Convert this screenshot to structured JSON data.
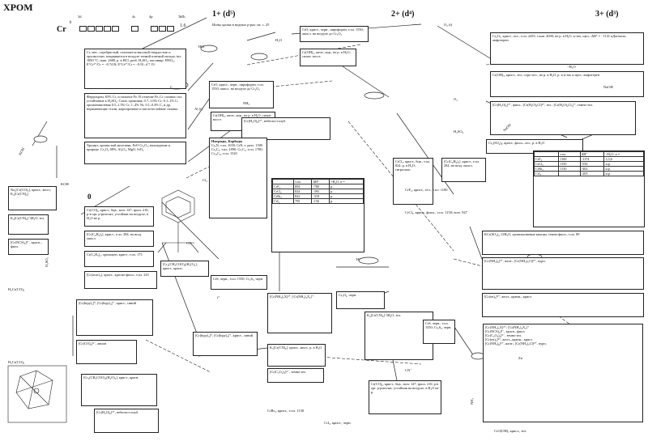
{
  "header": {
    "title": "ХРОМ",
    "element_symbol": "Cr",
    "superscript": "0",
    "config_labels": [
      "3d",
      "4s",
      "4p"
    ],
    "states_label": "Э.О.",
    "electronegativity": "1.6",
    "oxidation_headers": [
      "1+ (d⁵)",
      "2+ (d⁴)",
      "3+ (d³)"
    ],
    "note": "Ионы хрома в водных р-рах см. с. 25"
  },
  "blocks": {
    "metal": "Cr, мет., серебристый, отличается высокой твердостью и хрупкостью, покрывается в воздухе тонкой пленкой оксида; tпл. 1890 °C, tкип. 2680, р. в HCl, разб. H₂SO₄, пассивир. HNO₃; E°Cr³⁺/Cr = −0.74 В; E°Cr²⁺/Cr = −0.91; d 7.19",
    "ferrochrome": "Феррохром, 65% Cr, остальное Fe. В отличие Fe–Cr сплавах спл. устойчивые к H₂SO₄. Сталь хромовая, 0.7–1.6% Cr; 0.1–1% C; хромоникелевая 0.5–1.5% Cr; 1–4% Ni; 0.1–0.4% C, и др. нержавеющие стали, жаропрочные и кислотостойкие сплавы.",
    "chromite": "Хромит, хромистый железняк, FeO·Cr₂O₃, нахождение в природе. Cr₂O₃ 68%, Al₂O₃, MgO, SiO₂",
    "carbonyl": "Cr(CO)₆, крист., бцв., возг. 147; tразл. 210; р-в орг. р-рителях, устойчив на воздухе, в H₂O не р.",
    "cr_c6h6": "[Cr(C₆H₆)₂], крист., т.пл. 284; на возд. окисл.",
    "cr2o3": "Cr₂O₃, крист., зел., т.пл. 2435; т.кип. 4000; не р. в H₂O, к-тах, щел.; ΔH° = −1141 кДж/моль; амфотерен",
    "croh3": "Cr(OH)₃, крист., зел.–серо-зел., не р. в H₂O, р. в к-тах и щел.; амфотерен",
    "cr_h2o6": "[Cr(H₂O)₆]³⁺, фиол.; [Cr(H₂O)₅Cl]²⁺, зел.; [Cr(H₂O)₄Cl₂]⁺, темно-зел.",
    "cro": "CrO, крист., черн., пирофорен, т.пл. 1550; окисл. на воздухе до Cr₂O₃",
    "croh2": "Cr(OH)₂, желт.–кор., не р. в H₂O; сильн. восст.",
    "crcl2": "CrCl₂, крист., бцв., т.пл. 824; р. в H₂O; гигроскоп.",
    "halides_title": "Нитриды, Карбиды",
    "nitrides": "Cr₂N, т.пл. 1650; CrN, т. разл. 1500",
    "carbides": "Cr₃C₂, т.пл. 1890; Cr₇C₃, т.пл. 1780; Cr₂₃C₆, т.пл. 1520",
    "cr2so4": "Cr₂(SO₄)₃, крист., фиол.–зел., р. в H₂O",
    "cr_nh3": "[Cr(NH₃)₆]³⁺, желт.; [Cr(NH₃)₅Cl]²⁺, пурп.",
    "cr_en3": "[Cr(en)₃]³⁺, желт.–оранж., крист.",
    "kcr_so4": "KCr(SO₄)₂·12H₂O, хромокалиевые квасцы, темно-фиол., т.пл. 89",
    "crf3": "CrF₃, крист., зел., т.пл. 1100",
    "crcl3": "CrCl₃, крист., фиол., т.пл. 1150; возг. 947",
    "crbr3": "CrBr₃, крист., т.пл. 1130",
    "cri3": "CrI₃, крист., черн.",
    "cr_cn6": "K₃[Cr(CN)₆], крист., желт., р. в H₂O",
    "k4cr_cn6": "K₄[Cr(CN)₆]·3H₂O, зел.",
    "na_cr": "Na₂[Cr(CO)₅], крист., желт.; K₄[Cr(CN)₆]",
    "cr_co5": "[Cr(CO)₅]²⁻, анион",
    "cr_acac": "[Cr(acac)₃], крист., красно-фиол., т.пл. 216",
    "cr_c5h5": "Cr(C₅H₅)₂, хромоцен, крист., т.пл. 173",
    "h2cr_co": "H₂Cr(CO)₅",
    "cro_oh": "CrO(OH), крист., зел.",
    "cr_ox": "[Cr(C₂O₄)₃]³⁻, темно-зел.",
    "cr_scn": "[Cr(NCS)₆]³⁻, красн.–фиол.",
    "cr_nh3_x": "[Cr(NH₃)₅X]²⁺; [Cr(NH₃)₄X₂]⁺",
    "crs": "CrS, черн., т.пл. 1550; Cr₂S₃, черн.",
    "cr3o4": "Cr₃O₄, черн.",
    "cr_aq_low": "[Cr(H₂O)₆]²⁺, небесно-голуб.",
    "cr_ac": "[Cr₂(CH₃COO)₄(H₂O)₂], крист., красн.",
    "cr_bipy": "[Cr(bipy)₃]⁰, [Cr(bipy)₃]⁺, крист., синий"
  },
  "table": {
    "headers": [
      "",
      "т.пл.",
      "ΔH°",
      "+H₂O, α ="
    ],
    "rows": [
      [
        "CrF₂",
        "894",
        "-780",
        "р."
      ],
      [
        "CrCl₂",
        "824",
        "-395",
        "р."
      ],
      [
        "CrBr₂",
        "842",
        "-318",
        "р."
      ],
      [
        "CrI₂",
        "795",
        "-156",
        "р."
      ]
    ]
  },
  "table2": {
    "headers": [
      "",
      "т.пл.",
      "ΔH°",
      "+H₂O, α ="
    ],
    "rows": [
      [
        "CrF₃",
        "1100",
        "-1174",
        "3,5,6"
      ],
      [
        "CrCl₃",
        "1150",
        "-556",
        "н.р."
      ],
      [
        "CrBr₃",
        "1130",
        "-402",
        "н.р."
      ],
      [
        "CrI₃",
        "",
        "-205",
        "н.р."
      ]
    ]
  },
  "arrows": {
    "a1": "O₂ (t)",
    "a2": "H₂O",
    "a3": "HCl",
    "a4": "NH₃",
    "a5": "O₂",
    "a6": "−H₂O",
    "a7": "KOH",
    "a8": "CO",
    "a9": "Al (t)",
    "a10": "C",
    "a11": "NaOH",
    "a12": "H₂SO₄",
    "a13": "CN⁻",
    "a14": "H⁺",
    "a15": "t°",
    "a16": "Cl₂",
    "a17": "Zn"
  }
}
